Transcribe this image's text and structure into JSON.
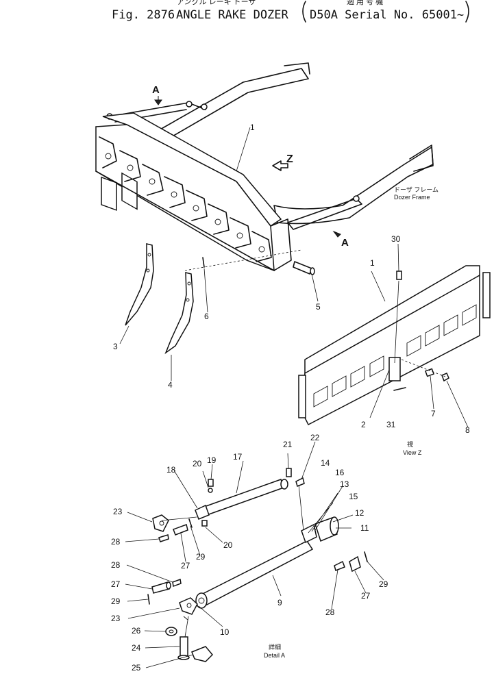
{
  "header": {
    "jp_title": "アングル レーキ ドーザ",
    "jp_applic": "適 用 号 機",
    "fig_label": "Fig. 2876",
    "title": "ANGLE RAKE DOZER",
    "serial": "D50A Serial No. 65001~"
  },
  "labels": {
    "arrow_a": "A",
    "arrow_z": "Z",
    "dozer_frame_jp": "ドーザ フレーム",
    "dozer_frame_en": "Dozer Frame",
    "view_z_jp": "視",
    "view_z_en": "View Z",
    "detail_a_jp": "詳細",
    "detail_a_en": "Detail A"
  },
  "parts": {
    "p1a": "1",
    "p1b": "1",
    "p2": "2",
    "p3": "3",
    "p4": "4",
    "p5": "5",
    "p6": "6",
    "p7": "7",
    "p8": "8",
    "p9": "9",
    "p10": "10",
    "p11": "11",
    "p12": "12",
    "p13": "13",
    "p14": "14",
    "p15": "15",
    "p16": "16",
    "p17": "17",
    "p18": "18",
    "p19": "19",
    "p20a": "20",
    "p20b": "20",
    "p21": "21",
    "p22": "22",
    "p23a": "23",
    "p23b": "23",
    "p24": "24",
    "p25": "25",
    "p26": "26",
    "p27a": "27",
    "p27b": "27",
    "p27c": "27",
    "p28a": "28",
    "p28b": "28",
    "p28c": "28",
    "p29a": "29",
    "p29b": "29",
    "p29c": "29",
    "p30": "30",
    "p31": "31"
  }
}
